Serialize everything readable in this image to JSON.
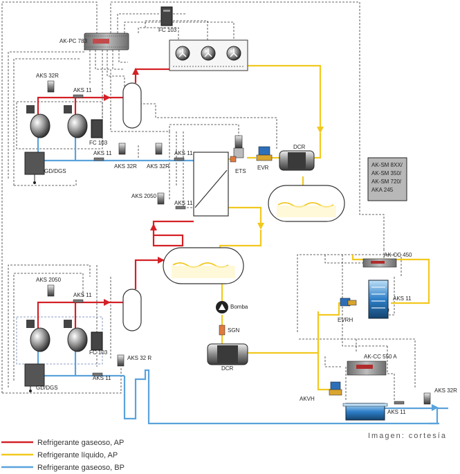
{
  "labels": {
    "akpc": "AK-PC 783",
    "fc_top": "FC 103",
    "aks32r_a": "AKS 32R",
    "aks11_a": "AKS 11",
    "fc_a": "FC 103",
    "aks11_b": "AKS 11",
    "aks32r_b": "AKS 32R",
    "aks32r_c": "AKS 32R",
    "aks11_c": "AKS 11",
    "gd_a": "GD/DGS",
    "ets": "ETS",
    "evr": "EVR",
    "dcr_top": "DCR",
    "aks2050_a": "AKS 2050",
    "aks11_d": "AKS 11",
    "aks2050_b": "AKS 2050",
    "aks11_e": "AKS 11",
    "fc_b": "FC 103",
    "aks32r_d": "AKS 32 R",
    "aks11_f": "AKS 11",
    "gd_b": "GD/DGS",
    "bomba": "Bomba",
    "sgn": "SGN",
    "dcr_bottom": "DCR",
    "akcc450": "AK-CC 450",
    "aks11_g": "AKS 11",
    "evrh": "EVRH",
    "akcc550": "AK-CC 550 A",
    "akvh": "AKVH",
    "aks11_h": "AKS 11",
    "aks32r_e": "AKS 32R"
  },
  "aksm_box": [
    "AK-SM 8XX/",
    "AK-SM 350/",
    "AK-SM 720/",
    "AKA 245"
  ],
  "legend": [
    {
      "label": "Refrigerante gaseoso, AP",
      "color": "#d42026"
    },
    {
      "label": "Refrigerante líquido, AP",
      "color": "#f2c81e"
    },
    {
      "label": "Refrigerante gaseoso, BP",
      "color": "#5aa2dc"
    }
  ],
  "credit": "Imagen: cortesía",
  "colors": {
    "high_pressure_gas": "#d42026",
    "high_pressure_liquid": "#f2c81e",
    "low_pressure_gas": "#5aa2dc"
  }
}
